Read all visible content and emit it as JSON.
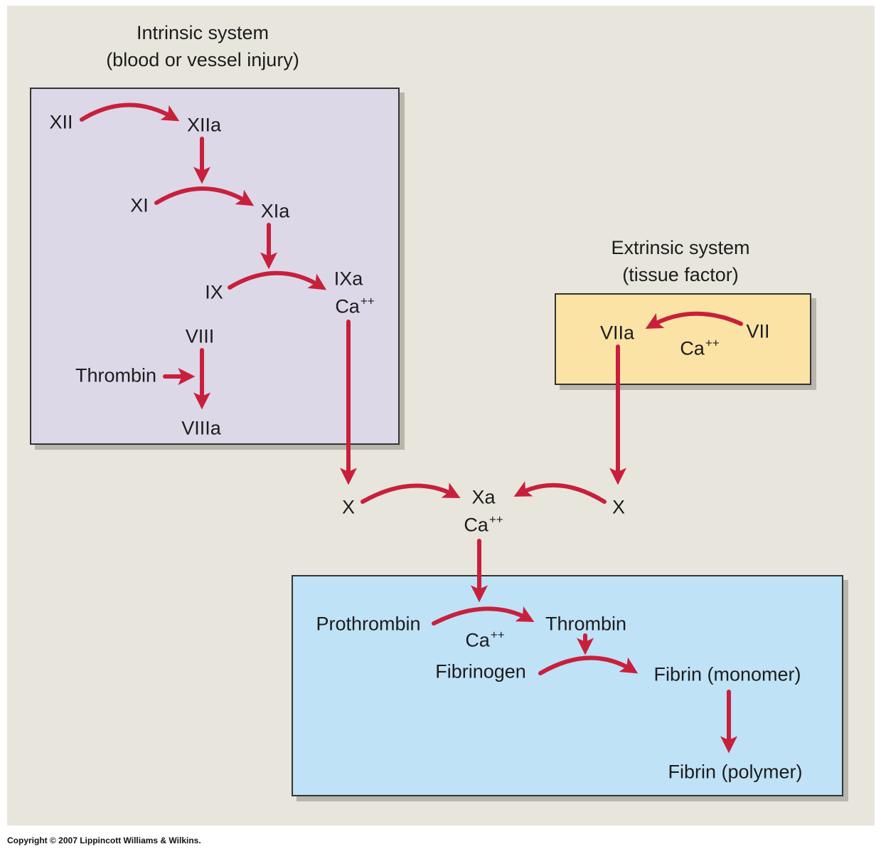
{
  "intrinsic": {
    "title": "Intrinsic system",
    "subtitle": "(blood or vessel injury)",
    "xii": "XII",
    "xiia": "XIIa",
    "xi": "XI",
    "xia": "XIa",
    "ix": "IX",
    "ixa": "IXa",
    "ca": "Ca",
    "viii": "VIII",
    "thrombin": "Thrombin",
    "viiia": "VIIIa"
  },
  "extrinsic": {
    "title": "Extrinsic system",
    "subtitle": "(tissue factor)",
    "viia": "VIIa",
    "vii": "VII",
    "ca": "Ca"
  },
  "middle": {
    "x_left": "X",
    "xa": "Xa",
    "ca": "Ca",
    "x_right": "X"
  },
  "common": {
    "prothrombin": "Prothrombin",
    "thrombin": "Thrombin",
    "ca": "Ca",
    "fibrinogen": "Fibrinogen",
    "fibrin_monomer": "Fibrin (monomer)",
    "fibrin_polymer": "Fibrin (polymer)"
  },
  "superscript": "++",
  "copyright": "Copyright © 2007 Lippincott Williams & Wilkins.",
  "colors": {
    "arrow": "#c8203c",
    "intrinsic_fill": "#dcd8e8",
    "extrinsic_fill": "#fbe3a6",
    "common_fill": "#bfe2f6",
    "background": "#e8e6dc"
  }
}
